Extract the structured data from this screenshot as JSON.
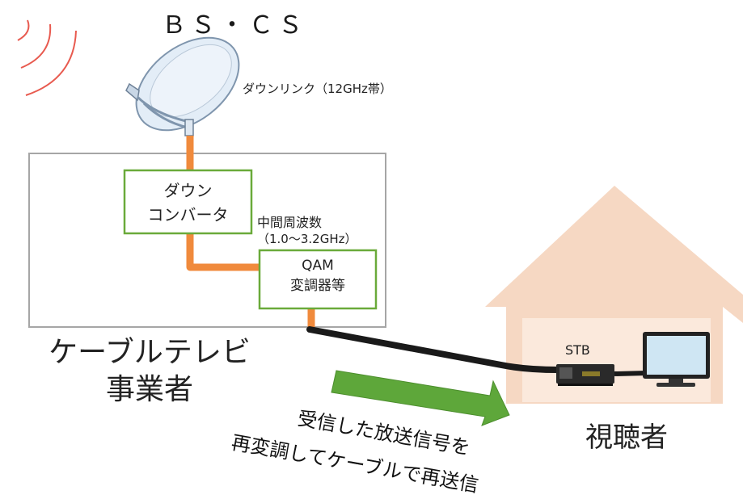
{
  "title": "ＢＳ・ＣＳ",
  "downlink_label": "ダウンリンク（12GHz帯）",
  "downconverter": {
    "line1": "ダウン",
    "line2": "コンバータ"
  },
  "if_label": {
    "line1": "中間周波数",
    "line2": "（1.0～3.2GHz）"
  },
  "modulator": {
    "line1": "QAM",
    "line2": "変調器等"
  },
  "operator": {
    "line1": "ケーブルテレビ",
    "line2": "事業者"
  },
  "stb_label": "STB",
  "viewer_label": "視聴者",
  "arrow_note": {
    "line1": "受信した放送信号を",
    "line2": "再変調してケーブルで再送信"
  },
  "colors": {
    "orange_wire": "#f08a3c",
    "green_box": "#6aaa3a",
    "green_arrow": "#5ea73a",
    "house": "#f6d8c3",
    "house_wall": "#fbe9dc",
    "signal_waves": "#e85a4f",
    "outer_box": "#a6a6a6",
    "dish": "#dfeaf5"
  }
}
